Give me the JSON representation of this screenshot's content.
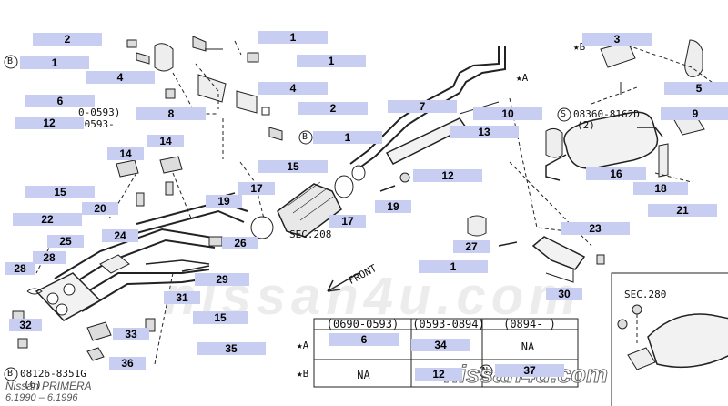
{
  "header_codes": {
    "left_date_range_1": "0-0593)",
    "left_date_range_2": "(0593-",
    "circled_s_ref": "08360-8162D",
    "circled_s_ref_qty": "(2)",
    "circled_b_ref": "08126-8351G",
    "circled_b_ref_qty": "(6)"
  },
  "section_labels": {
    "sec_208": "SEC.208",
    "sec_280": "SEC.280",
    "front_arrow": "FRONT"
  },
  "callouts": [
    {
      "text": "2"
    },
    {
      "text": "1"
    },
    {
      "text": "1"
    },
    {
      "text": "3"
    },
    {
      "text": "1"
    },
    {
      "text": "4"
    },
    {
      "text": "4"
    },
    {
      "text": "5"
    },
    {
      "text": "6"
    },
    {
      "text": "8"
    },
    {
      "text": "2"
    },
    {
      "text": "7"
    },
    {
      "text": "10"
    },
    {
      "text": "9"
    },
    {
      "text": "12"
    },
    {
      "text": "1"
    },
    {
      "text": "13"
    },
    {
      "text": "14"
    },
    {
      "text": "14"
    },
    {
      "text": "15"
    },
    {
      "text": "12"
    },
    {
      "text": "16"
    },
    {
      "text": "15"
    },
    {
      "text": "17"
    },
    {
      "text": "17"
    },
    {
      "text": "19"
    },
    {
      "text": "19"
    },
    {
      "text": "18"
    },
    {
      "text": "21"
    },
    {
      "text": "22"
    },
    {
      "text": "20"
    },
    {
      "text": "26"
    },
    {
      "text": "23"
    },
    {
      "text": "25"
    },
    {
      "text": "24"
    },
    {
      "text": "27"
    },
    {
      "text": "28"
    },
    {
      "text": "28"
    },
    {
      "text": "29"
    },
    {
      "text": "1"
    },
    {
      "text": "30"
    },
    {
      "text": "31"
    },
    {
      "text": "15"
    },
    {
      "text": "32"
    },
    {
      "text": "33"
    },
    {
      "text": "35"
    },
    {
      "text": "36"
    },
    {
      "text": "6"
    },
    {
      "text": "34"
    },
    {
      "text": "12"
    },
    {
      "text": "37"
    }
  ],
  "markers": {
    "star_a": "★A",
    "star_b": "★B",
    "circle_b": "B",
    "circle_s": "S",
    "circle_n": "N"
  },
  "table": {
    "headers": [
      "(0690-0593)",
      "(0593-0894)",
      "(0894-    )"
    ],
    "rows": [
      {
        "marker": "★A",
        "cells": [
          "6",
          "34",
          "NA"
        ]
      },
      {
        "marker": "★B",
        "cells": [
          "NA",
          "12",
          "37"
        ]
      }
    ]
  },
  "footer": {
    "model": "Nissan PRIMERA",
    "dates": "6.1990 – 6.1996"
  },
  "watermark": {
    "big": "nissan4u.com",
    "small": "nissan4u.com"
  },
  "colors": {
    "callout_bg": "#c8cdf2",
    "line": "#222222",
    "dash": "#333333"
  }
}
